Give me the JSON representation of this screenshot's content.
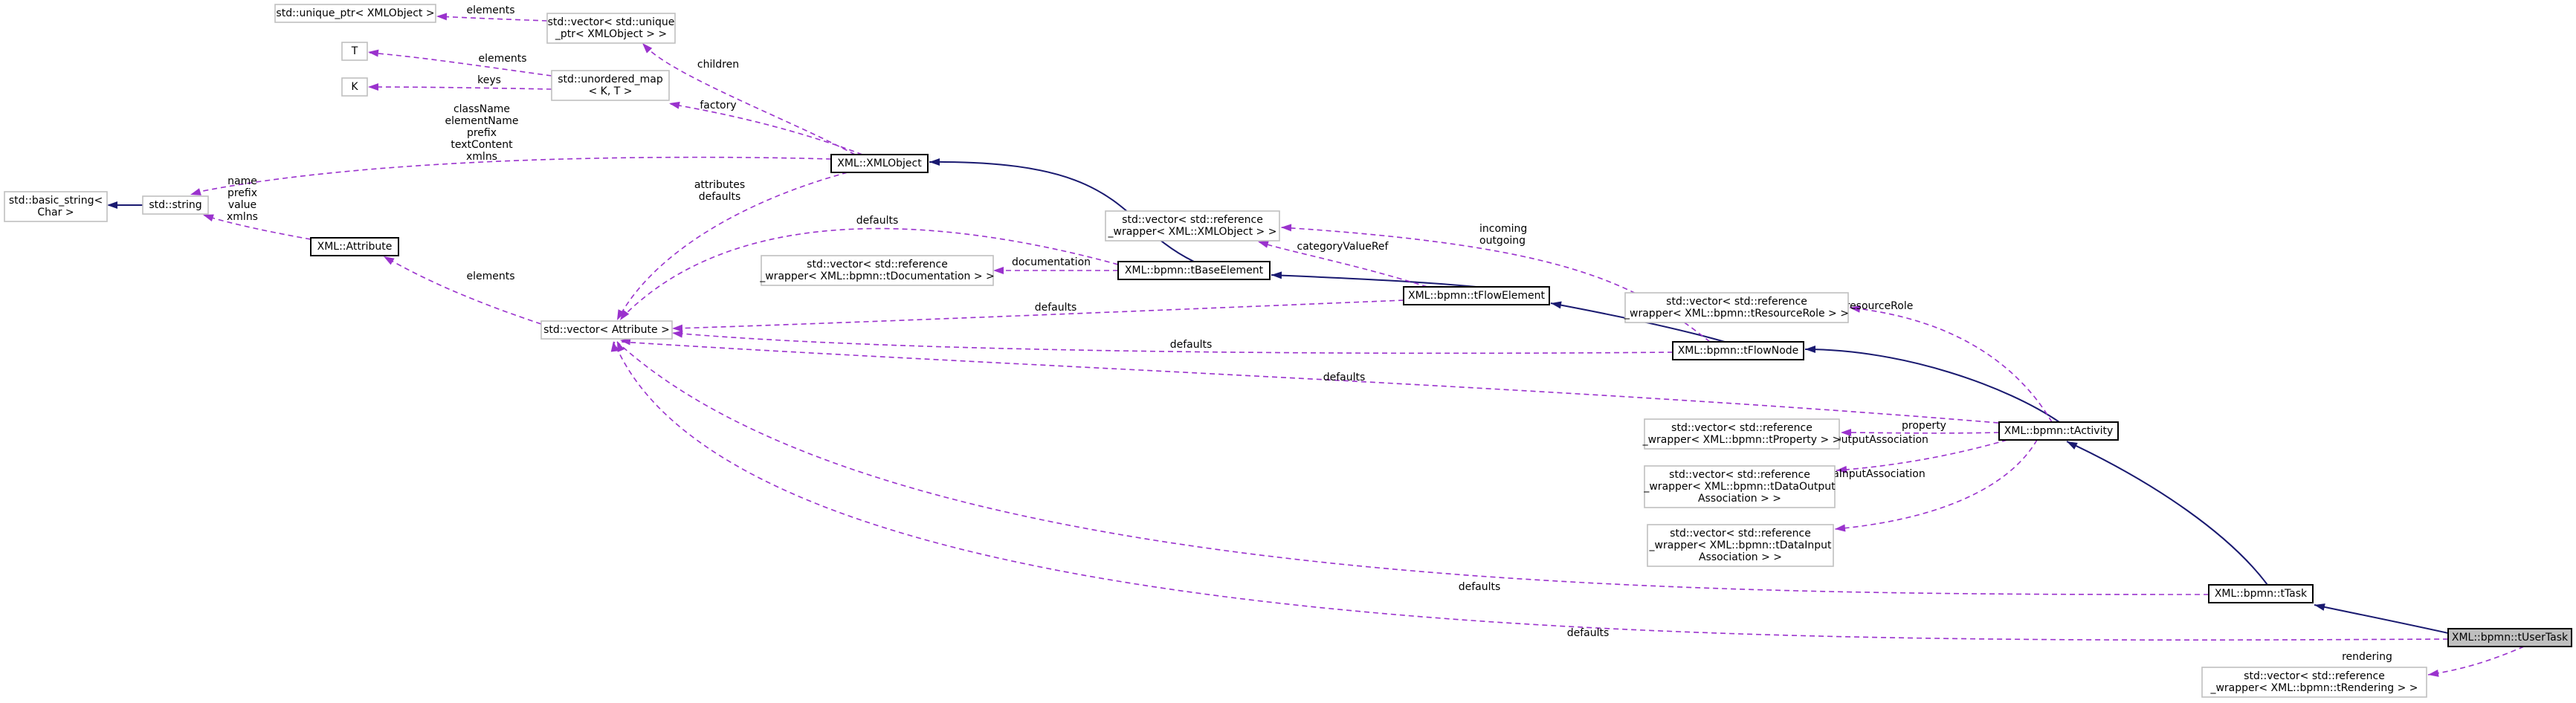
{
  "diagram": {
    "nodes": [
      {
        "id": "uptr",
        "lines": [
          "std::unique_ptr< XMLObject >"
        ],
        "style": "grey"
      },
      {
        "id": "vec_uptr",
        "lines": [
          "std::vector< std::unique",
          "_ptr< XMLObject > >"
        ],
        "style": "grey"
      },
      {
        "id": "T",
        "lines": [
          "T"
        ],
        "style": "grey"
      },
      {
        "id": "K",
        "lines": [
          "K"
        ],
        "style": "grey"
      },
      {
        "id": "umap",
        "lines": [
          "std::unordered_map",
          "< K, T >"
        ],
        "style": "grey"
      },
      {
        "id": "basic_string",
        "lines": [
          "std::basic_string<",
          "Char >"
        ],
        "style": "grey"
      },
      {
        "id": "string",
        "lines": [
          "std::string"
        ],
        "style": "grey"
      },
      {
        "id": "xmlobject",
        "lines": [
          "XML::XMLObject"
        ],
        "style": "black"
      },
      {
        "id": "attribute",
        "lines": [
          "XML::Attribute"
        ],
        "style": "black"
      },
      {
        "id": "vec_attr",
        "lines": [
          "std::vector< Attribute >"
        ],
        "style": "grey"
      },
      {
        "id": "vec_xmlref",
        "lines": [
          "std::vector< std::reference",
          "_wrapper< XML::XMLObject > >"
        ],
        "style": "grey"
      },
      {
        "id": "vec_doc",
        "lines": [
          "std::vector< std::reference",
          "_wrapper< XML::bpmn::tDocumentation > >"
        ],
        "style": "grey"
      },
      {
        "id": "tbase",
        "lines": [
          "XML::bpmn::tBaseElement"
        ],
        "style": "black"
      },
      {
        "id": "tflowelem",
        "lines": [
          "XML::bpmn::tFlowElement"
        ],
        "style": "black"
      },
      {
        "id": "tflownode",
        "lines": [
          "XML::bpmn::tFlowNode"
        ],
        "style": "black"
      },
      {
        "id": "vec_res",
        "lines": [
          "std::vector< std::reference",
          "_wrapper< XML::bpmn::tResourceRole > >"
        ],
        "style": "grey"
      },
      {
        "id": "tactivity",
        "lines": [
          "XML::bpmn::tActivity"
        ],
        "style": "black"
      },
      {
        "id": "vec_prop",
        "lines": [
          "std::vector< std::reference",
          "_wrapper< XML::bpmn::tProperty > >"
        ],
        "style": "grey"
      },
      {
        "id": "vec_dout",
        "lines": [
          "std::vector< std::reference",
          "_wrapper< XML::bpmn::tDataOutput",
          "Association > >"
        ],
        "style": "grey"
      },
      {
        "id": "vec_din",
        "lines": [
          "std::vector< std::reference",
          "_wrapper< XML::bpmn::tDataInput",
          "Association > >"
        ],
        "style": "grey"
      },
      {
        "id": "ttask",
        "lines": [
          "XML::bpmn::tTask"
        ],
        "style": "black"
      },
      {
        "id": "tusertask",
        "lines": [
          "XML::bpmn::tUserTask"
        ],
        "style": "hl"
      },
      {
        "id": "vec_rend",
        "lines": [
          "std::vector< std::reference",
          "_wrapper< XML::bpmn::tRendering > >"
        ],
        "style": "grey"
      }
    ],
    "edges": [
      {
        "id": "e_elements_uptr",
        "kind": "use",
        "from": "vec_uptr",
        "to": "uptr",
        "label": [
          "elements"
        ]
      },
      {
        "id": "e_children",
        "kind": "use",
        "from": "xmlobject",
        "to": "vec_uptr",
        "label": [
          "children"
        ]
      },
      {
        "id": "e_elements_T",
        "kind": "use",
        "from": "umap",
        "to": "T",
        "label": [
          "elements"
        ]
      },
      {
        "id": "e_keys",
        "kind": "use",
        "from": "umap",
        "to": "K",
        "label": [
          "keys"
        ]
      },
      {
        "id": "e_factory",
        "kind": "use",
        "from": "xmlobject",
        "to": "umap",
        "label": [
          "factory"
        ]
      },
      {
        "id": "e_inh_string",
        "kind": "inh",
        "from": "string",
        "to": "basic_string",
        "label": []
      },
      {
        "id": "e_obj_string",
        "kind": "use",
        "from": "xmlobject",
        "to": "string",
        "label": [
          "className",
          "elementName",
          "prefix",
          "textContent",
          "xmlns"
        ]
      },
      {
        "id": "e_attr_string",
        "kind": "use",
        "from": "attribute",
        "to": "string",
        "label": [
          "name",
          "prefix",
          "value",
          "xmlns"
        ]
      },
      {
        "id": "e_obj_vecattr",
        "kind": "use",
        "from": "xmlobject",
        "to": "vec_attr",
        "label": [
          "attributes",
          "defaults"
        ]
      },
      {
        "id": "e_attr_vecattr",
        "kind": "use",
        "from": "vec_attr",
        "to": "attribute",
        "label": [
          "elements"
        ]
      },
      {
        "id": "e_base_vecattr",
        "kind": "use",
        "from": "tbase",
        "to": "vec_attr",
        "label": [
          "defaults"
        ]
      },
      {
        "id": "e_inh_base",
        "kind": "inh",
        "from": "tbase",
        "to": "xmlobject",
        "label": []
      },
      {
        "id": "e_documentation",
        "kind": "use",
        "from": "tbase",
        "to": "vec_doc",
        "label": [
          "documentation"
        ]
      },
      {
        "id": "e_inh_flowelem",
        "kind": "inh",
        "from": "tflowelem",
        "to": "tbase",
        "label": []
      },
      {
        "id": "e_category",
        "kind": "use",
        "from": "tflowelem",
        "to": "vec_xmlref",
        "label": [
          "categoryValueRef"
        ]
      },
      {
        "id": "e_flowelem_vecattr",
        "kind": "use",
        "from": "tflowelem",
        "to": "vec_attr",
        "label": [
          "defaults"
        ]
      },
      {
        "id": "e_inh_flownode",
        "kind": "inh",
        "from": "tflownode",
        "to": "tflowelem",
        "label": []
      },
      {
        "id": "e_incoming",
        "kind": "use",
        "from": "tflownode",
        "to": "vec_xmlref",
        "label": [
          "incoming",
          "outgoing"
        ]
      },
      {
        "id": "e_flownode_vecattr",
        "kind": "use",
        "from": "tflownode",
        "to": "vec_attr",
        "label": [
          "defaults"
        ]
      },
      {
        "id": "e_inh_activity",
        "kind": "inh",
        "from": "tactivity",
        "to": "tflownode",
        "label": []
      },
      {
        "id": "e_resource",
        "kind": "use",
        "from": "tactivity",
        "to": "vec_res",
        "label": [
          "resourceRole"
        ]
      },
      {
        "id": "e_activity_vecattr",
        "kind": "use",
        "from": "tactivity",
        "to": "vec_attr",
        "label": [
          "defaults"
        ]
      },
      {
        "id": "e_property",
        "kind": "use",
        "from": "tactivity",
        "to": "vec_prop",
        "label": [
          "property"
        ]
      },
      {
        "id": "e_dout",
        "kind": "use",
        "from": "tactivity",
        "to": "vec_dout",
        "label": [
          "dataOutputAssociation"
        ]
      },
      {
        "id": "e_din",
        "kind": "use",
        "from": "tactivity",
        "to": "vec_din",
        "label": [
          "dataInputAssociation"
        ]
      },
      {
        "id": "e_inh_task",
        "kind": "inh",
        "from": "ttask",
        "to": "tactivity",
        "label": []
      },
      {
        "id": "e_task_vecattr",
        "kind": "use",
        "from": "ttask",
        "to": "vec_attr",
        "label": [
          "defaults"
        ]
      },
      {
        "id": "e_inh_usertask",
        "kind": "inh",
        "from": "tusertask",
        "to": "ttask",
        "label": []
      },
      {
        "id": "e_usertask_vecattr",
        "kind": "use",
        "from": "tusertask",
        "to": "vec_attr",
        "label": [
          "defaults"
        ]
      },
      {
        "id": "e_rendering",
        "kind": "use",
        "from": "tusertask",
        "to": "vec_rend",
        "label": [
          "rendering"
        ]
      }
    ]
  }
}
